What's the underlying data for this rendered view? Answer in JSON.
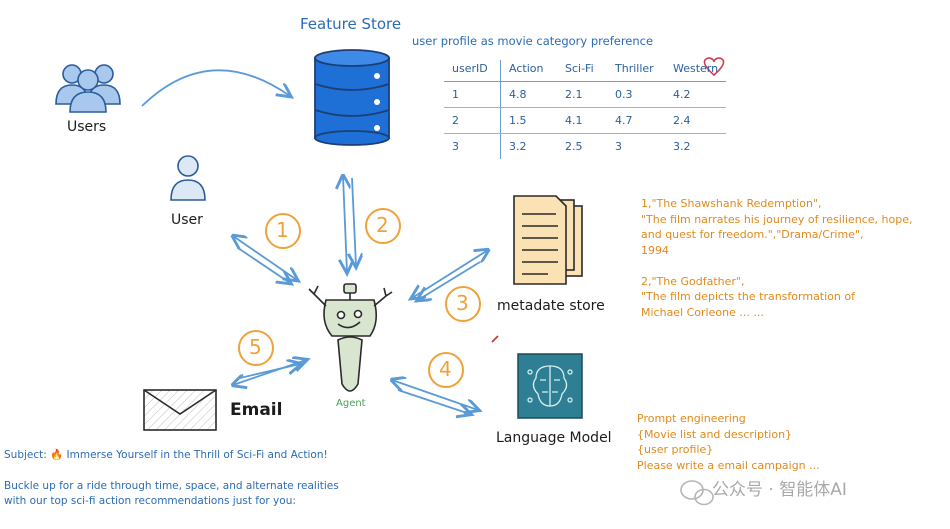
{
  "title": "Feature Store",
  "subtitle": "user profile as movie category preference",
  "labels": {
    "users": "Users",
    "user": "User",
    "metadata_store": "metadate store",
    "email": "Email",
    "language_model": "Language Model",
    "agent": "Agent"
  },
  "steps": [
    "1",
    "2",
    "3",
    "4",
    "5"
  ],
  "table": {
    "headers": [
      "userID",
      "Action",
      "Sci-Fi",
      "Thriller",
      "Western"
    ],
    "rows": [
      [
        "1",
        "4.8",
        "2.1",
        "0.3",
        "4.2"
      ],
      [
        "2",
        "1.5",
        "4.1",
        "4.7",
        "2.4"
      ],
      [
        "3",
        "3.2",
        "2.5",
        "3",
        "3.2"
      ]
    ]
  },
  "metadata_text": {
    "lines": [
      "1,\"The Shawshank Redemption\",",
      "\"The film narrates his journey of resilience, hope,",
      "and quest for freedom.\",\"Drama/Crime\",",
      "1994",
      "",
      "2,\"The Godfather\",",
      "\"The film depicts the transformation of",
      "Michael Corleone ... ..."
    ]
  },
  "prompt_text": {
    "lines": [
      "Prompt engineering",
      "{Movie list and description}",
      "{user profile}",
      "Please write a email campaign ..."
    ]
  },
  "email_text": {
    "subject": "Subject: 🔥 Immerse Yourself in the Thrill of Sci-Fi and Action!",
    "body_lines": [
      "Buckle up for a ride through time, space, and alternate realities",
      "with our top sci-fi action recommendations just for you:"
    ]
  },
  "watermark": "公众号 · 智能体AI",
  "colors": {
    "blue": "#2b6cb3",
    "light_blue": "#5a9ad6",
    "orange": "#f0a23a",
    "paper": "#fbe2b4",
    "robot": "#d8e6cf"
  }
}
